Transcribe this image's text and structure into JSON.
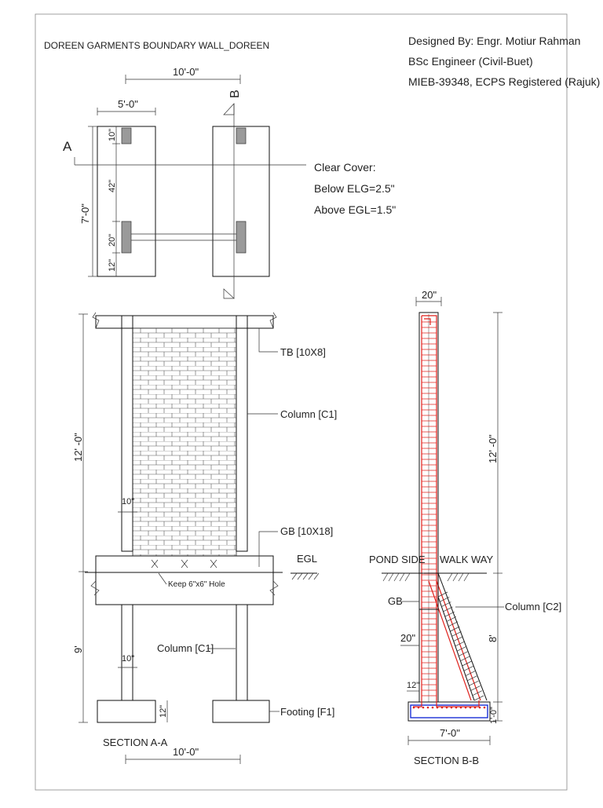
{
  "title": "DOREEN GARMENTS BOUNDARY WALL_DOREEN",
  "designer": {
    "line1": "Designed By: Engr. Motiur Rahman",
    "line2": "BSc Engineer (Civil-Buet)",
    "line3": "MIEB-39348, ECPS Registered (Rajuk)"
  },
  "clear_cover": {
    "heading": "Clear Cover:",
    "below": "Below ELG=2.5\"",
    "above": "Above EGL=1.5\""
  },
  "plan": {
    "dim_top": "10'-0\"",
    "dim_footing": "5'-0\"",
    "dim_height": "7'-0\"",
    "dim_10": "10\"",
    "dim_42": "42\"",
    "dim_20": "20\"",
    "dim_12": "12\"",
    "cut_a": "A",
    "cut_b": "B"
  },
  "section_aa": {
    "label": "SECTION A-A",
    "dim_bottom": "10'-0\"",
    "dim_above": "12' -0\"",
    "dim_below": "9'",
    "dim_10_upper": "10\"",
    "dim_10_lower": "10\"",
    "dim_12": "12\"",
    "tb": "TB [10X8]",
    "column_upper": "Column [C1]",
    "gb": "GB [10X18]",
    "egl": "EGL",
    "hole_note": "Keep 6\"x6\" Hole",
    "column_lower": "Column [C1]",
    "footing": "Footing [F1]"
  },
  "section_bb": {
    "label": "SECTION B-B",
    "dim_top": "20\"",
    "dim_height": "12' -0\"",
    "pond_side": "POND SIDE",
    "walk_way": "WALK WAY",
    "gb": "GB",
    "column_c2": "Column [C2]",
    "dim_20": "20\"",
    "dim_8": "8'",
    "dim_12": "12\"",
    "dim_1": "1'-0\"",
    "dim_footing": "7'-0\""
  },
  "colors": {
    "line": "#111111",
    "rebar": "#e0201b",
    "footing_bar": "#1a2fd6",
    "column_fill": "#9a9a9a"
  }
}
